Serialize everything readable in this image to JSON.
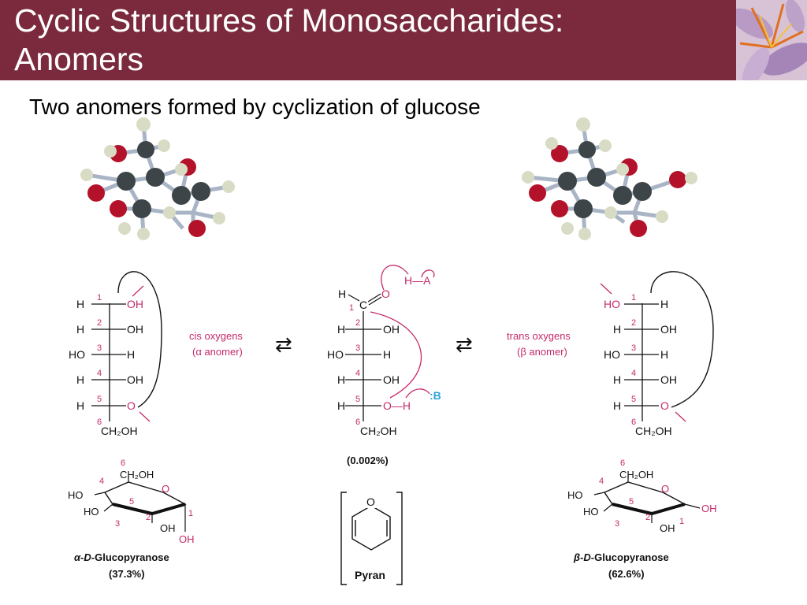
{
  "slide": {
    "title_line1": "Cyclic Structures of Monosaccharides:",
    "title_line2": "Anomers",
    "subtitle": "Two anomers formed by cyclization of glucose"
  },
  "colors": {
    "header_bg": "#7a2a3c",
    "accent_magenta": "#c42a6b",
    "base_blue": "#2ea4d8",
    "carbon": "#3d4548",
    "oxygen": "#b3122a",
    "hydrogen": "#d9dcc4"
  },
  "figure": {
    "left": {
      "label_cis": "cis oxygens",
      "label_anomer": "(α anomer)",
      "rows": [
        {
          "num": "1",
          "left": "H",
          "right": "OH"
        },
        {
          "num": "2",
          "left": "H",
          "right": "OH"
        },
        {
          "num": "3",
          "left": "HO",
          "right": "H"
        },
        {
          "num": "4",
          "left": "H",
          "right": "OH"
        },
        {
          "num": "5",
          "left": "H",
          "right": "O"
        }
      ],
      "c6": "6",
      "bottom": "CH₂OH"
    },
    "middle": {
      "aldehyde_h": "H",
      "aldehyde_c": "C",
      "aldehyde_o": "O",
      "acid": "H—A",
      "c1": "1",
      "rows": [
        {
          "num": "2",
          "left": "H",
          "right": "OH"
        },
        {
          "num": "3",
          "left": "HO",
          "right": "H"
        },
        {
          "num": "4",
          "left": "H",
          "right": "OH"
        },
        {
          "num": "5",
          "left": "H",
          "right": "O—H"
        }
      ],
      "base": ":B",
      "c6": "6",
      "bottom": "CH₂OH",
      "percent": "(0.002%)"
    },
    "right": {
      "label_trans": "trans oxygens",
      "label_anomer": "(β anomer)",
      "rows": [
        {
          "num": "1",
          "left": "HO",
          "right": "H"
        },
        {
          "num": "2",
          "left": "H",
          "right": "OH"
        },
        {
          "num": "3",
          "left": "HO",
          "right": "H"
        },
        {
          "num": "4",
          "left": "H",
          "right": "OH"
        },
        {
          "num": "5",
          "left": "H",
          "right": "O"
        }
      ],
      "c6": "6",
      "bottom": "CH₂OH"
    },
    "alpha_ring": {
      "c6": "6",
      "ch2oh": "CH₂OH",
      "c4": "4",
      "o": "O",
      "ho4": "HO",
      "c5": "5",
      "ho3": "HO",
      "c3": "3",
      "c2": "2",
      "c1": "1",
      "oh2": "OH",
      "oh1": "OH",
      "name_prefix": "α-D-",
      "name": "Glucopyranose",
      "percent": "(37.3%)"
    },
    "pyran": {
      "o": "O",
      "name": "Pyran"
    },
    "beta_ring": {
      "c6": "6",
      "ch2oh": "CH₂OH",
      "c4": "4",
      "o": "O",
      "ho4": "HO",
      "c5": "5",
      "ho3": "HO",
      "c3": "3",
      "c2": "2",
      "c1": "1",
      "oh2": "OH",
      "oh1": "OH",
      "name_prefix": "β-D-",
      "name": "Glucopyranose",
      "percent": "(62.6%)"
    },
    "equilibrium_arrow": "⇄"
  }
}
